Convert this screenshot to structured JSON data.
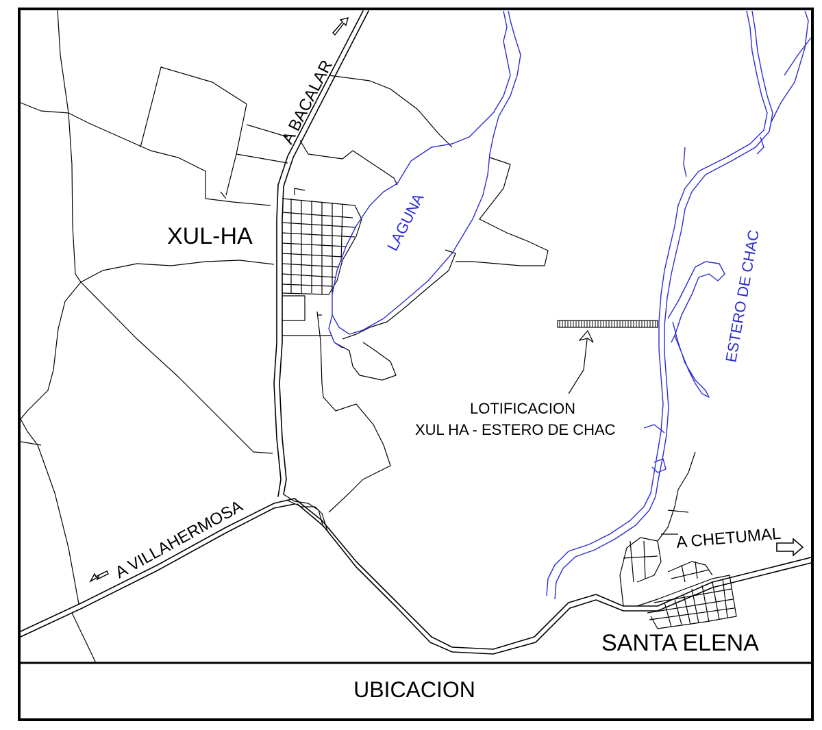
{
  "map": {
    "caption": "UBICACION",
    "towns": {
      "xulha": "XUL-HA",
      "santa_elena": "SANTA ELENA"
    },
    "roads": {
      "bacalar": "A BACALAR",
      "villahermosa": "A VILLAHERMOSA",
      "chetumal": "A CHETUMAL"
    },
    "water": {
      "laguna": "LAGUNA",
      "estero": "ESTERO DE CHAC"
    },
    "site": {
      "line1": "LOTIFICACION",
      "line2": "XUL HA - ESTERO DE CHAC"
    },
    "colors": {
      "water": "#2b2bd6",
      "lines": "#000000",
      "background": "#ffffff"
    }
  }
}
